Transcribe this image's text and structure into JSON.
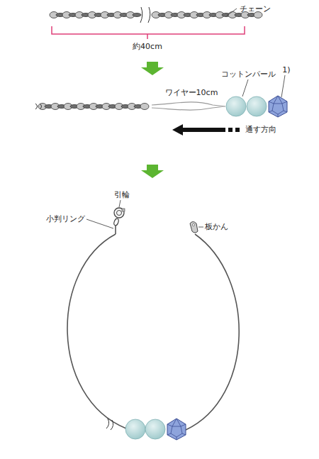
{
  "diagram": {
    "labels": [
      "チェーン",
      "約40cm",
      "コットンパール",
      "1)",
      "ワイヤー10cm",
      "通す方向",
      "引輪",
      "小判リング",
      "板かん"
    ]
  }
}
